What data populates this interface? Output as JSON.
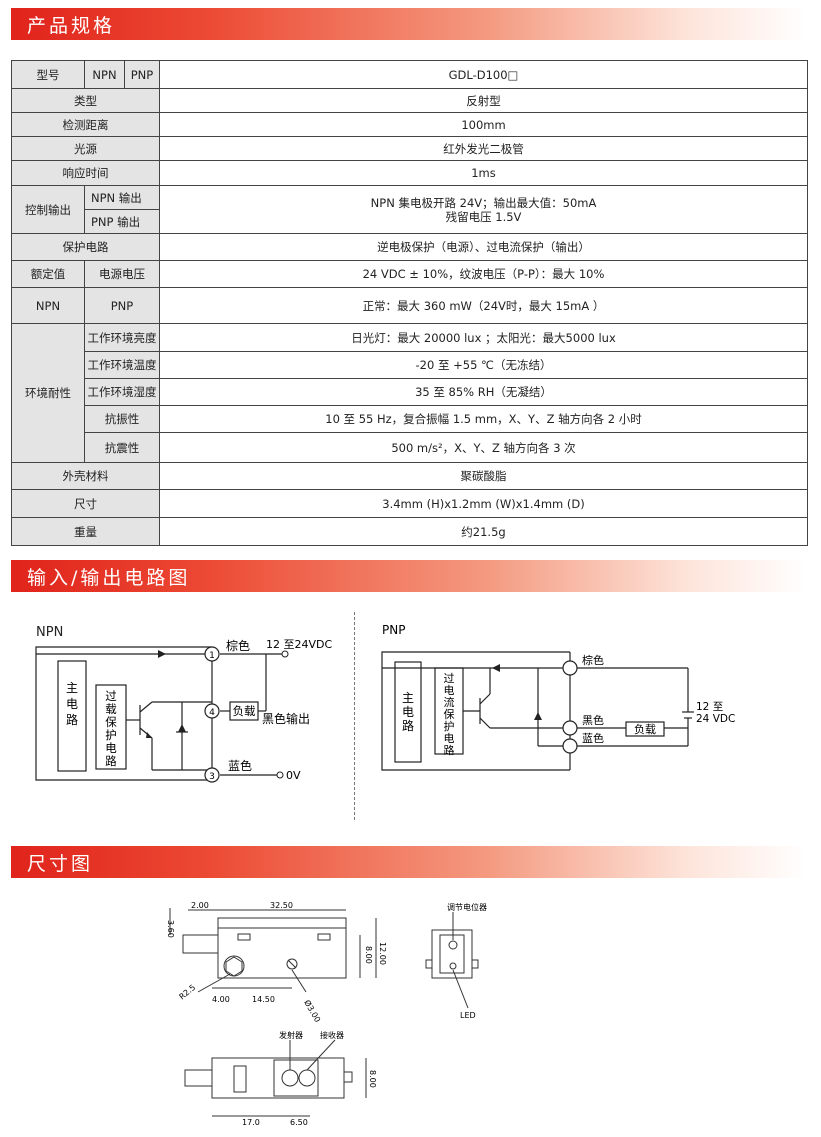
{
  "sections": {
    "spec": "产品规格",
    "io": "输入/输出电路图",
    "dimensions": "尺寸图"
  },
  "spec": {
    "model_label": "型号",
    "npn": "NPN",
    "pnp": "PNP",
    "model_value": "GDL-D100□",
    "rows": [
      {
        "label": "类型",
        "value": "反射型"
      },
      {
        "label": "检测距离",
        "value": "100mm"
      },
      {
        "label": "光源",
        "value": "红外发光二极管"
      },
      {
        "label": "响应时间",
        "value": "1ms"
      }
    ],
    "control_output": {
      "label": "控制输出",
      "npn_out": "NPN 输出",
      "pnp_out": "PNP 输出",
      "value1": "NPN 集电极开路 24V；输出最大值：50mA",
      "value2": "残留电压 1.5V"
    },
    "protection": {
      "label": "保护电路",
      "value": "逆电极保护（电源）、过电流保护（输出）"
    },
    "rated": {
      "label": "额定值",
      "sub": "电源电压",
      "value": "24 VDC ± 10%，纹波电压（P-P）：最大 10%"
    },
    "power": {
      "npn": "NPN",
      "pnp": "PNP",
      "value": "正常：最大 360 mW（24V时，最大 15mA ）"
    },
    "env": {
      "label": "环境耐性",
      "items": [
        {
          "label": "工作环境亮度",
          "value": "日光灯：最大 20000 lux ；太阳光：最大5000 lux"
        },
        {
          "label": "工作环境温度",
          "value": "-20 至 +55 ℃（无冻结）"
        },
        {
          "label": "工作环境湿度",
          "value": "35 至 85% RH（无凝结）"
        },
        {
          "label": "抗振性",
          "value": "10 至 55 Hz，复合振幅 1.5 mm，X、Y、Z 轴方向各 2 小时"
        },
        {
          "label": "抗震性",
          "value": "500 m/s²，X、Y、Z 轴方向各 3 次"
        }
      ]
    },
    "rows2": [
      {
        "label": "外壳材料",
        "value": "聚碳酸脂"
      },
      {
        "label": "尺寸",
        "value": "3.4mm (H)x1.2mm (W)x1.4mm (D)"
      },
      {
        "label": "重量",
        "value": "约21.5g"
      }
    ]
  },
  "npn_circuit": {
    "title": "NPN",
    "main": [
      "主",
      "电",
      "路"
    ],
    "protect": [
      "过",
      "载",
      "保",
      "护",
      "电",
      "路"
    ],
    "pin1": "1",
    "pin4": "4",
    "pin3": "3",
    "brown": "棕色",
    "supply": "12 至24VDC",
    "load": "负载",
    "black_out": "黑色输出",
    "blue": "蓝色",
    "zero": "0V"
  },
  "pnp_circuit": {
    "title": "PNP",
    "main": [
      "主",
      "电",
      "路"
    ],
    "protect": [
      "过",
      "电",
      "流",
      "保",
      "护",
      "电",
      "路"
    ],
    "brown": "棕色",
    "black": "黑色",
    "blue": "蓝色",
    "load": "负载",
    "v1": "12 至",
    "v2": "24 VDC"
  },
  "dims": {
    "d360": "3.60",
    "d200": "2.00",
    "d3250": "32.50",
    "d800": "8.00",
    "d1200": "12.00",
    "d400": "4.00",
    "d1450": "14.50",
    "r": "R2.5",
    "hole": "Ø3.00",
    "pot": "调节电位器",
    "led": "LED",
    "emitter": "发射器",
    "receiver": "接收器",
    "d170": "17.0",
    "d650": "6.50",
    "d800b": "8.00"
  }
}
